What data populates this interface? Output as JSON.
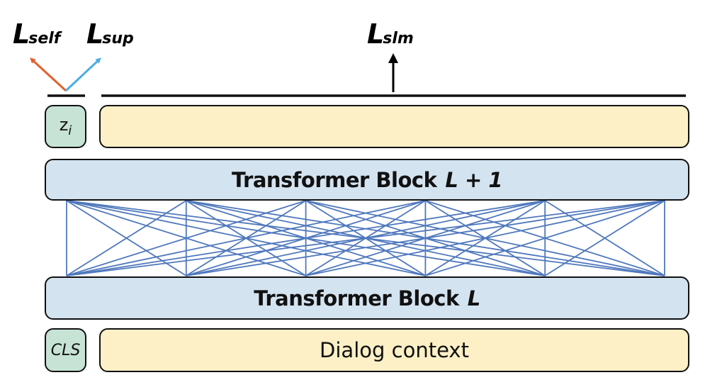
{
  "losses": {
    "self": {
      "main": "L",
      "sub": "self",
      "color": "#e3602f"
    },
    "sup": {
      "main": "L",
      "sub": "sup",
      "color": "#4aaee3"
    },
    "slm": {
      "main": "L",
      "sub": "slm",
      "color": "#000000"
    }
  },
  "top_row": {
    "token_label_main": "z",
    "token_label_sub": "i",
    "sequence_label": ""
  },
  "blocks": {
    "upper": {
      "label": "Transformer Block",
      "index": "L + 1"
    },
    "lower": {
      "label": "Transformer Block",
      "index": "L"
    }
  },
  "bottom_row": {
    "token_label": "CLS",
    "sequence_label": "Dialog context"
  },
  "attention_mesh": {
    "node_count": 6,
    "connectivity": "fully-connected",
    "color": "#4f78bd"
  },
  "colors": {
    "token_box": "#c7e3d6",
    "sequence_box": "#fdf0c6",
    "block_box": "#d4e3f0"
  }
}
